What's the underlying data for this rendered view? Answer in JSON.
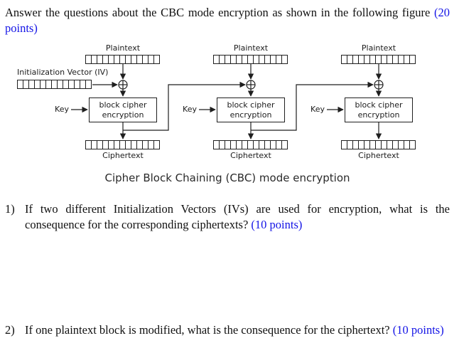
{
  "colors": {
    "accent_blue": "#1414e6",
    "diagram_line": "#1f1f1f"
  },
  "header": {
    "line1_text": "Answer the questions about the CBC mode encryption as shown in the following figure ",
    "line1_points": "(20",
    "line2_points": "points)"
  },
  "diagram": {
    "labels": {
      "plaintext": "Plaintext",
      "ciphertext": "Ciphertext",
      "key": "Key",
      "iv": "Initialization Vector (IV)",
      "box_line1": "block cipher",
      "box_line2": "encryption"
    },
    "caption": "Cipher Block Chaining (CBC) mode encryption",
    "num_blocks": 3,
    "cells_per_register": 13
  },
  "questions": [
    {
      "marker": "1)",
      "line1": "If two different Initialization Vectors (IVs) are used for encryption, what is the",
      "line2": "consequence for the corresponding ciphertexts? ",
      "points": "(10 points)"
    },
    {
      "marker": "2)",
      "text": "If one plaintext block is modified, what is the consequence for the ciphertext? ",
      "points": "(10 points)"
    }
  ]
}
